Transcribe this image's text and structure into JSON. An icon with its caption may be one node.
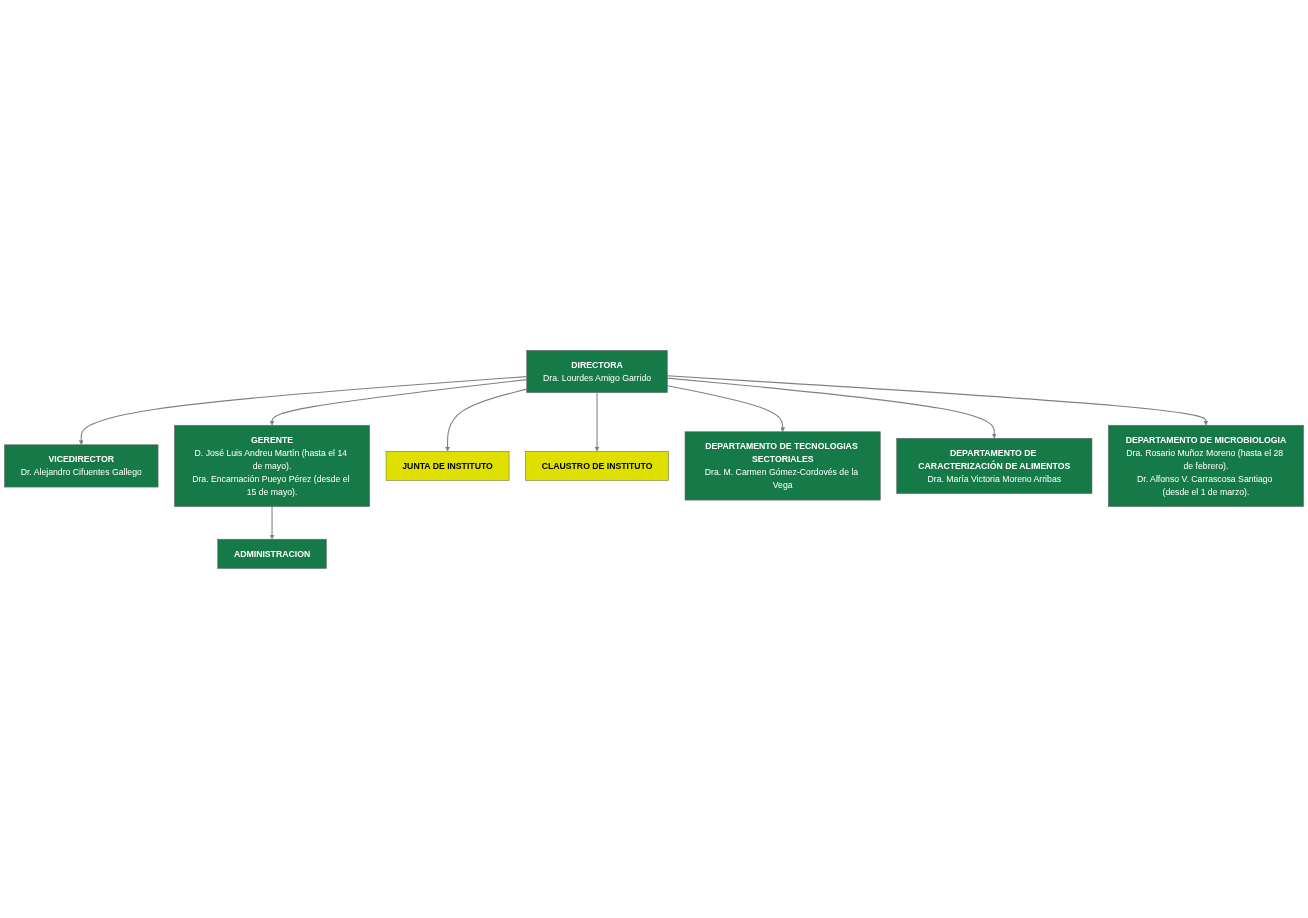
{
  "diagram": {
    "nodes": [
      {
        "text": [
          "DIRECTORA",
          "Dra. Lourdes Amigo Garrido"
        ]
      },
      {
        "text": [
          "VICEDIRECTOR",
          "Dr. Alejandro Cifuentes Gallego"
        ]
      },
      {
        "text": [
          "GERENTE",
          "D. José Luis Andreu Martín (hasta el 14 de mayo).",
          "Dra. Encarnación Pueyo Pérez (desde el 15 de mayo)."
        ]
      },
      {
        "text": [
          "JUNTA DE INSTITUTO"
        ]
      },
      {
        "text": [
          "CLAUSTRO DE INSTITUTO"
        ]
      },
      {
        "text": [
          "DEPARTAMENTO DE TECNOLOGIAS SECTORIALES",
          "Dra. M. Carmen Gómez-Cordovés de la Vega"
        ]
      },
      {
        "text": [
          "DEPARTAMENTO DE CARACTERIZACIÓN DE ALIMENTOS",
          "Dra. María Victoria Moreno Arribas"
        ]
      },
      {
        "text": [
          "DEPARTAMENTO DE MICROBIOLOGIA",
          "Dra. Rosario Muñoz Moreno (hasta el 28 de febrero).",
          "Dr. Alfonso V. Carrascosa Santiago (desde el 1 de marzo)."
        ]
      },
      {
        "text": [
          "ADMINISTRACION"
        ]
      }
    ],
    "edges": [
      {
        "from": 0,
        "to": 1,
        "arrow": "to"
      },
      {
        "from": 0,
        "to": 2,
        "arrow": "to"
      },
      {
        "from": 0,
        "to": 3,
        "arrow": "to"
      },
      {
        "from": 0,
        "to": 4,
        "arrow": "to"
      },
      {
        "from": 0,
        "to": 5,
        "arrow": "to"
      },
      {
        "from": 0,
        "to": 6,
        "arrow": "to"
      },
      {
        "from": 0,
        "to": 7,
        "arrow": "to"
      },
      {
        "from": 2,
        "to": 8,
        "arrow": "to"
      }
    ]
  }
}
